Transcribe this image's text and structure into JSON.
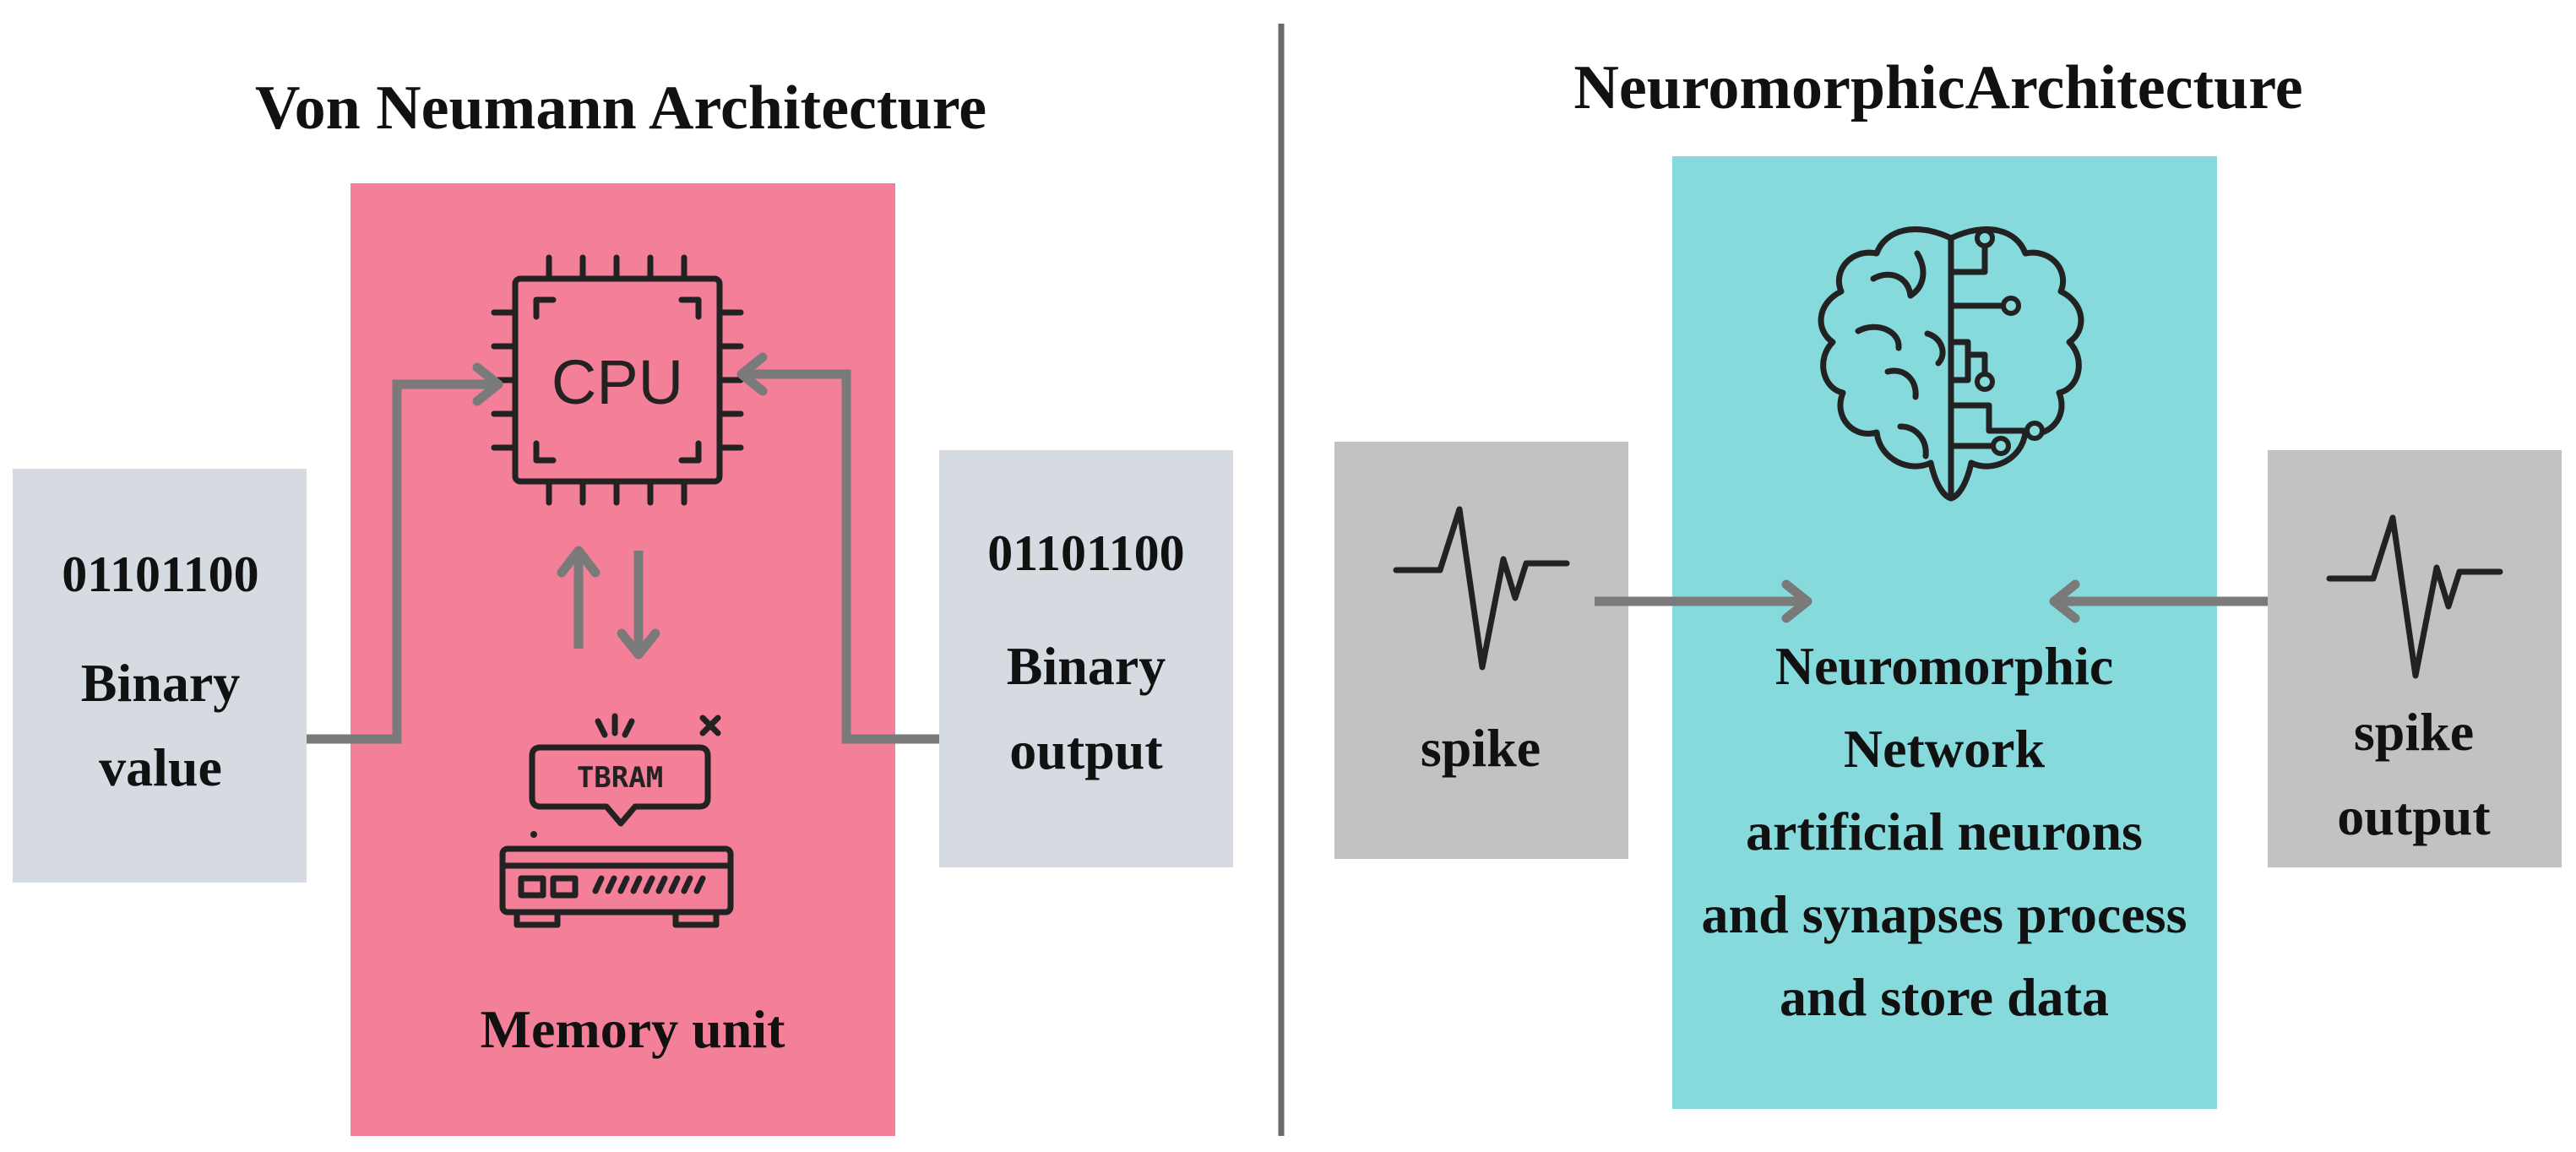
{
  "left_panel": {
    "title": "Von Neumann Architecture",
    "cpu_label": "CPU",
    "ram_label": "TBRAM",
    "memory_label": "Memory unit",
    "input": {
      "code": "01101100",
      "line1": "Binary",
      "line2": "value"
    },
    "output": {
      "code": "01101100",
      "line1": "Binary",
      "line2": "output"
    }
  },
  "right_panel": {
    "title": "NeuromorphicArchitecture",
    "input_label": "spike",
    "output_label_line1": "spike",
    "output_label_line2": "output",
    "network_lines": [
      "Neuromorphic",
      "Network",
      "artificial neurons",
      "and synapses process",
      "and store data"
    ]
  },
  "colors": {
    "memory_block": "#f47f99",
    "network_block": "#86dadb",
    "binary_box": "#d5dbe1",
    "spike_box": "#c2c2c2",
    "arrow": "#7a7a7a",
    "divider": "#6b6b6b"
  },
  "icons": {
    "cpu": "cpu-chip-icon",
    "ram": "ram-module-icon",
    "brain": "brain-circuit-icon",
    "spike": "spike-waveform-icon"
  }
}
